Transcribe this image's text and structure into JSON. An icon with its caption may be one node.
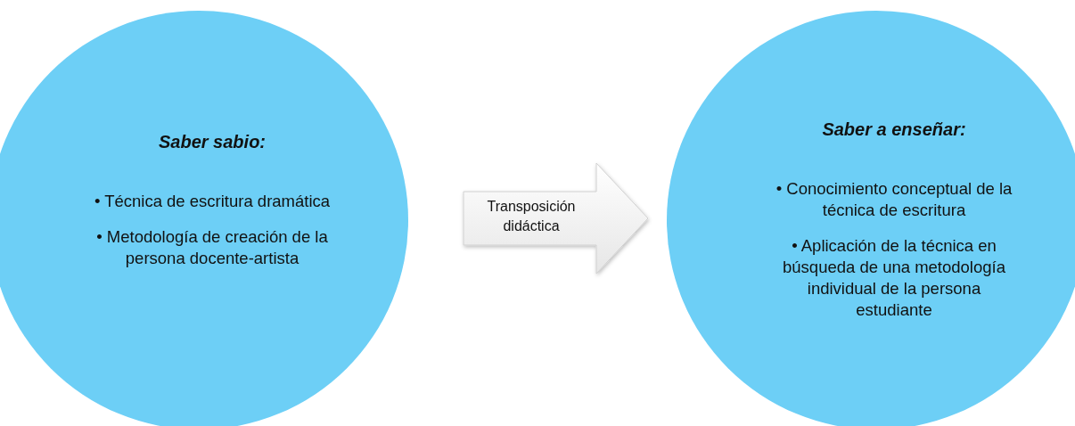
{
  "diagram": {
    "nodes": [
      {
        "text": [
          "Saber sabio:",
          "• Técnica de escritura dramática",
          "• Metodología de creación de la persona docente-artista"
        ]
      },
      {
        "text": [
          "Saber a enseñar:",
          "• Conocimiento conceptual de la técnica de escritura",
          "•  Aplicación de la técnica en búsqueda de una metodología individual de la persona estudiante"
        ]
      }
    ],
    "edges": [
      {
        "from": 0,
        "to": 1,
        "arrow": "to",
        "label": "Transposición didáctica"
      }
    ]
  }
}
